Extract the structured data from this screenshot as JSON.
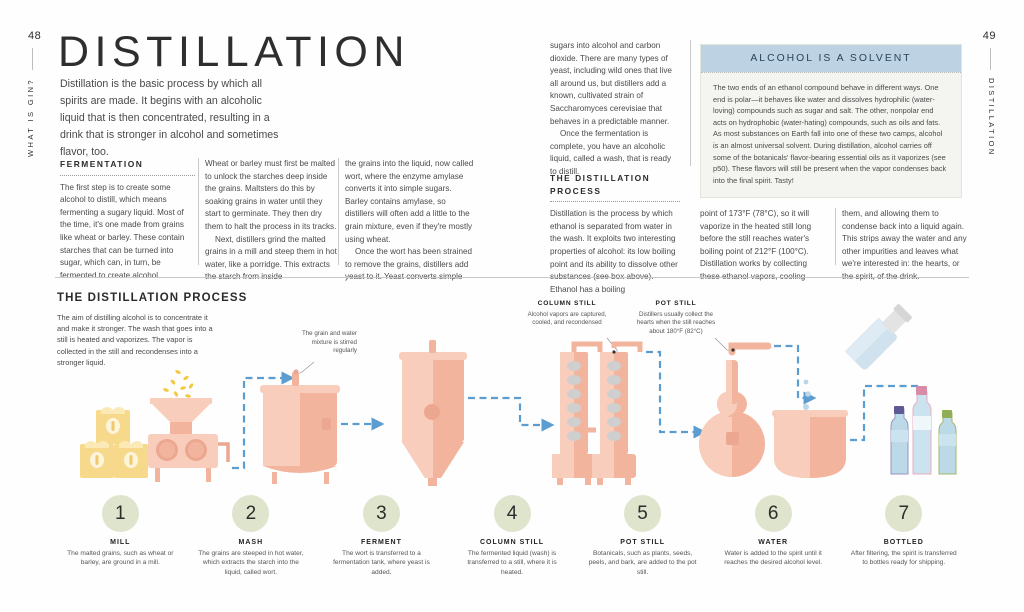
{
  "page": {
    "folio_left": "48",
    "folio_right": "49",
    "tag_left": "WHAT IS GIN?",
    "tag_right": "DISTILLATION",
    "title": "DISTILLATION",
    "deck": "Distillation is the basic process by which all spirits are made. It begins with an alcoholic liquid that is then concentrated, resulting in a drink that is stronger in alcohol and sometimes flavor, too."
  },
  "columns": {
    "fermentation_head": "FERMENTATION",
    "fermentation_p1": "The first step is to create some alcohol to distill, which means fermenting a sugary liquid. Most of the time, it's one made from grains like wheat or barley. These contain starches that can be turned into sugar, which can, in turn, be fermented to create alcohol.",
    "col2_p1": "Wheat or barley must first be malted to unlock the starches deep inside the grains. Maltsters do this by soaking grains in water until they start to germinate. They then dry them to halt the process in its tracks.",
    "col2_p2": "Next, distillers grind the malted grains in a mill and steep them in hot water, like a porridge. This extracts the starch from inside",
    "col3_p1": "the grains into the liquid, now called wort, where the enzyme amylase converts it into simple sugars. Barley contains amylase, so distillers will often add a little to the grain mixture, even if they're mostly using wheat.",
    "col3_p2": "Once the wort has been strained to remove the grains, distillers add yeast to it. Yeast converts simple",
    "col4_p1": "sugars into alcohol and carbon dioxide. There are many types of yeast, including wild ones that live all around us, but distillers add a known, cultivated strain of Saccharomyces cerevisiae that behaves in a predictable manner.",
    "col4_p2": "Once the fermentation is complete, you have an alcoholic liquid, called a wash, that is ready to distill.",
    "process_head": "THE DISTILLATION PROCESS",
    "col5_p1": "Distillation is the process by which ethanol is separated from water in the wash. It exploits two interesting properties of alcohol: its low boiling point and its ability to dissolve other substances (see box above). Ethanol has a boiling",
    "col6_p1": "point of 173°F (78°C), so it will vaporize in the heated still long before the still reaches water's boiling point of 212°F (100°C). Distillation works by collecting these ethanol vapors, cooling",
    "col7_p1": "them, and allowing them to condense back into a liquid again. This strips away the water and any other impurities and leaves what we're interested in: the hearts, or the spirit, of the drink."
  },
  "solvent_box": {
    "heading": "ALCOHOL IS A SOLVENT",
    "body": "The two ends of an ethanol compound behave in different ways. One end is polar—it behaves like water and dissolves hydrophilic (water-loving) compounds such as sugar and salt. The other, nonpolar end acts on hydrophobic (water-hating) compounds, such as oils and fats. As most substances on Earth fall into one of these two camps, alcohol is an almost universal solvent. During distillation, alcohol carries off some of the botanicals' flavor-bearing essential oils as it vaporizes (see p50). These flavors will still be present when the vapor condenses back into the final spirit. Tasty!",
    "header_color": "#bdd3e3",
    "body_bg": "#f4f4f1"
  },
  "diagram": {
    "title": "THE DISTILLATION PROCESS",
    "intro": "The aim of distilling alcohol is to concentrate it and make it stronger. The wash that goes into a still is heated and vaporizes. The vapor is collected in the still and recondenses into a stronger liquid.",
    "callouts": [
      {
        "title": "",
        "text": "The grain and water mixture is stirred regularly"
      },
      {
        "title": "COLUMN STILL",
        "text": "Alcohol vapors are captured, cooled, and recondensed"
      },
      {
        "title": "POT STILL",
        "text": "Distillers usually collect the hearts when the still reaches about 180°F (82°C)"
      }
    ],
    "palette": {
      "equipment": "#f2b49d",
      "equipment_light": "#f8cdbb",
      "grain_sack": "#f6d98a",
      "pipe_blue": "#5b9dd0",
      "bottle_blue": "#bcd9e8",
      "step_circle": "#dfe5cd"
    }
  },
  "steps": [
    {
      "number": "1",
      "title": "MILL",
      "desc": "The malted grains, such as wheat or barley, are ground in a mill."
    },
    {
      "number": "2",
      "title": "MASH",
      "desc": "The grains are steeped in hot water, which extracts the starch into the liquid, called wort."
    },
    {
      "number": "3",
      "title": "FERMENT",
      "desc": "The wort is transferred to a fermentation tank, where yeast is added."
    },
    {
      "number": "4",
      "title": "COLUMN STILL",
      "desc": "The fermented liquid (wash) is transferred to a still, where it is heated."
    },
    {
      "number": "5",
      "title": "POT STILL",
      "desc": "Botanicals, such as plants, seeds, peels, and bark, are added to the pot still."
    },
    {
      "number": "6",
      "title": "WATER",
      "desc": "Water is added to the spirit until it reaches the desired alcohol level."
    },
    {
      "number": "7",
      "title": "BOTTLED",
      "desc": "After filtering, the spirit is transferred to bottles ready for shipping."
    }
  ]
}
